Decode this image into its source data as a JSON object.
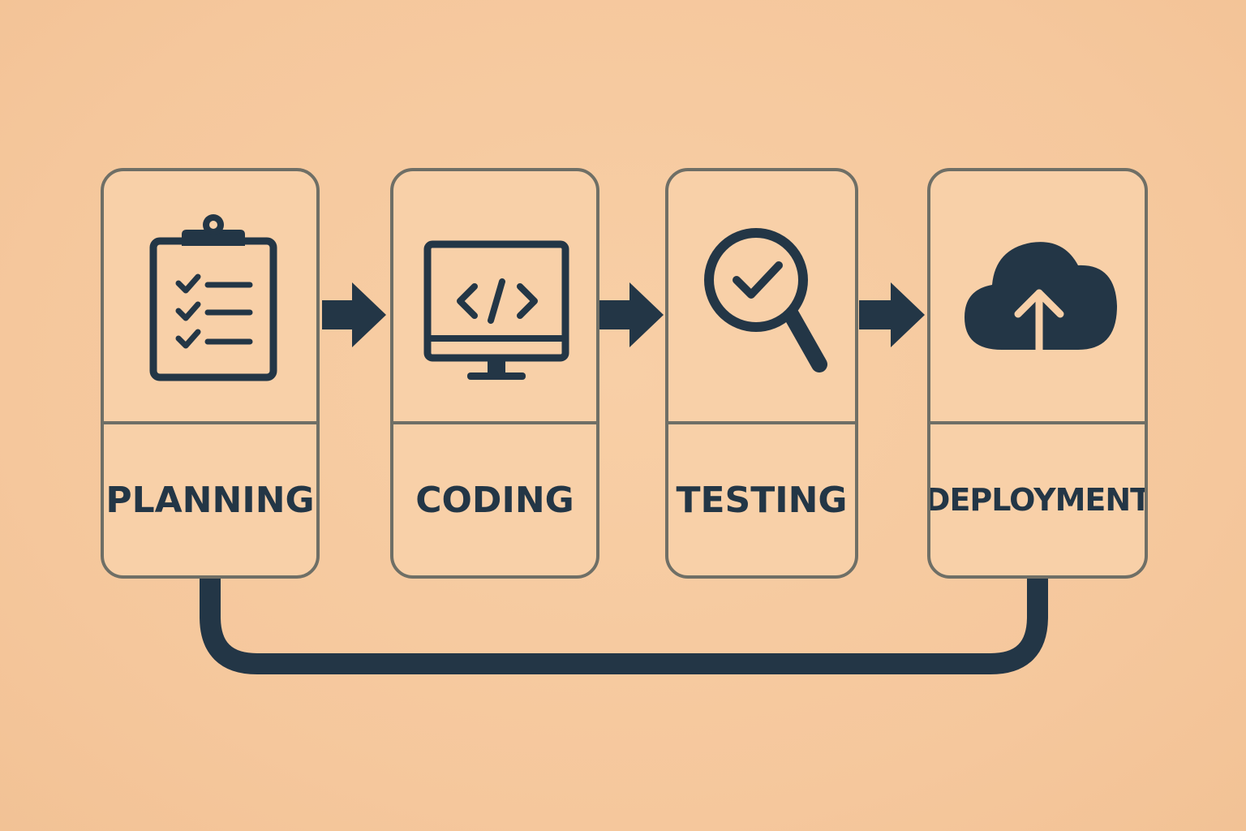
{
  "stages": [
    {
      "label": "PLANNING",
      "icon": "clipboard-checklist-icon"
    },
    {
      "label": "CODING",
      "icon": "monitor-code-icon"
    },
    {
      "label": "TESTING",
      "icon": "magnifier-check-icon"
    },
    {
      "label": "DEPLOYMENT",
      "icon": "cloud-upload-icon"
    }
  ],
  "colors": {
    "background": "#f6caa0",
    "box_fill": "#f8d0a8",
    "box_border": "#6f6f66",
    "ink": "#233646"
  }
}
